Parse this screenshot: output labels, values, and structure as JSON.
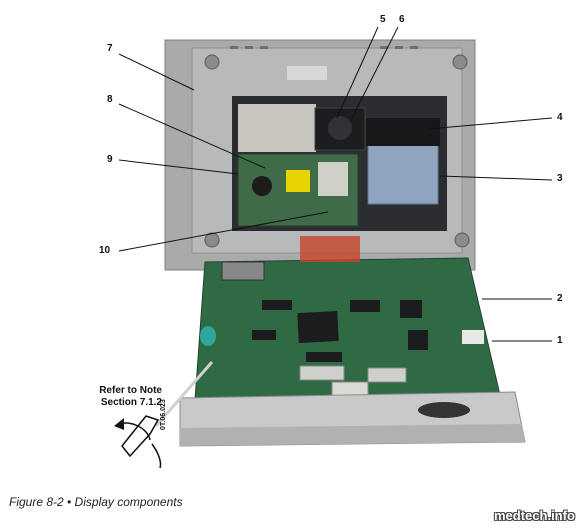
{
  "figure": {
    "caption": "Figure 8-2 • Display components",
    "note_line1": "Refer to Note",
    "note_line2": "Section 7.1.2",
    "photo_code": "0T.06.023",
    "watermark": "medtech.info"
  },
  "callouts": [
    {
      "id": "1",
      "label": "1"
    },
    {
      "id": "2",
      "label": "2"
    },
    {
      "id": "3",
      "label": "3"
    },
    {
      "id": "4",
      "label": "4"
    },
    {
      "id": "5",
      "label": "5"
    },
    {
      "id": "6",
      "label": "6"
    },
    {
      "id": "7",
      "label": "7"
    },
    {
      "id": "8",
      "label": "8"
    },
    {
      "id": "9",
      "label": "9"
    },
    {
      "id": "10",
      "label": "10"
    }
  ],
  "colors": {
    "housing": "#a9abab",
    "pcb": "#2f6a44",
    "backlight": "#8fa4c0",
    "transformer": "#e8d400",
    "foil": "#c9c6bd"
  }
}
